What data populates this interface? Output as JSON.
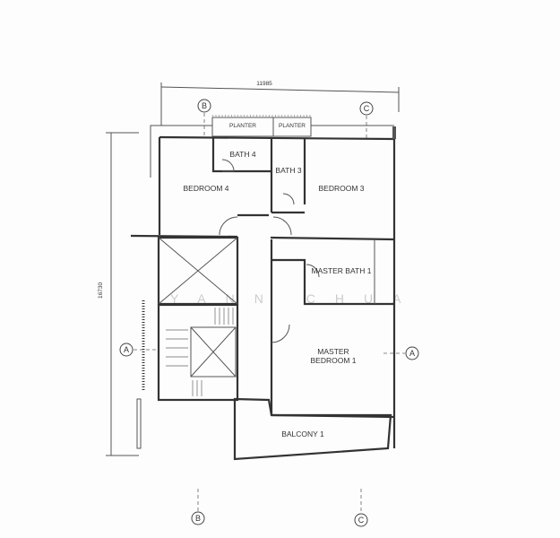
{
  "dimensions": {
    "width_label": "11985",
    "height_label": "16730"
  },
  "grid_bubbles": {
    "b": "B",
    "c": "C",
    "a": "A"
  },
  "rooms": {
    "planter_left": "PLANTER",
    "planter_right": "PLANTER",
    "bath4": "BATH 4",
    "bath3": "BATH 3",
    "bedroom4": "BEDROOM 4",
    "bedroom3": "BEDROOM 3",
    "master_bath1": "MASTER BATH 1",
    "master_bedroom_line1": "MASTER",
    "master_bedroom_line2": "BEDROOM 1",
    "balcony1": "BALCONY 1"
  },
  "watermark": "YANN CHUA"
}
